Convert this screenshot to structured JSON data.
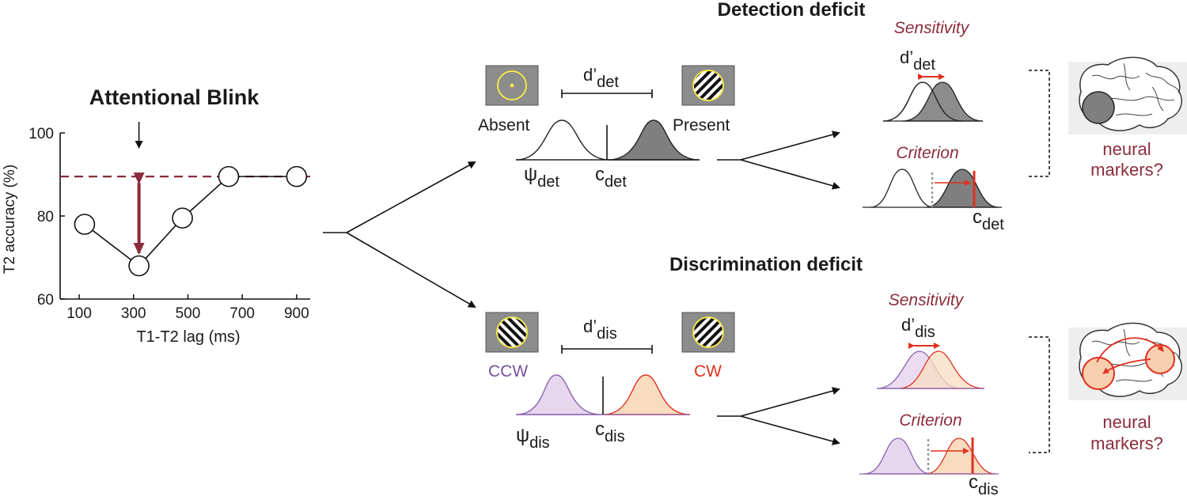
{
  "colors": {
    "maroon": "#8b2c3c",
    "red": "#e0301e",
    "purple": "#7a4fa0",
    "gray_fill": "#7f7f7f",
    "purple_fill": "#e6d7ee",
    "orange_fill": "#f8dcc0",
    "stimulus_bg": "#8c8c8c",
    "yellow": "#f2e44a"
  },
  "chart_data": {
    "type": "line",
    "title": "Attentional Blink",
    "xlabel": "T1-T2 lag (ms)",
    "ylabel": "T2 accuracy (%)",
    "xticks": [
      "100",
      "300",
      "500",
      "700",
      "900"
    ],
    "yticks": [
      "60",
      "80",
      "100"
    ],
    "xlim": [
      30,
      950
    ],
    "ylim": [
      60,
      100
    ],
    "series": [
      {
        "x": [
          120,
          320,
          480,
          650,
          900
        ],
        "y": [
          78,
          68,
          79.5,
          89.5,
          89.5
        ]
      }
    ],
    "baseline_y": 89.5,
    "arrow_x": 320
  },
  "detection": {
    "title": "Detection deficit",
    "dprime": "d’",
    "dprime_sub": "det",
    "absent": "Absent",
    "present": "Present",
    "psi": "ψ",
    "psi_sub": "det",
    "c": "c",
    "c_sub": "det",
    "sensitivity": "Sensitivity",
    "sens_dprime": "d’",
    "sens_dprime_sub": "det",
    "criterion": "Criterion",
    "crit_c": "c",
    "crit_c_sub": "det",
    "neural": [
      "neural",
      "markers?"
    ]
  },
  "discrimination": {
    "title": "Discrimination deficit",
    "dprime": "d’",
    "dprime_sub": "dis",
    "ccw": "CCW",
    "cw": "CW",
    "psi": "ψ",
    "psi_sub": "dis",
    "c": "c",
    "c_sub": "dis",
    "sensitivity": "Sensitivity",
    "sens_dprime": "d’",
    "sens_dprime_sub": "dis",
    "criterion": "Criterion",
    "crit_c": "c",
    "crit_c_sub": "dis",
    "neural": [
      "neural",
      "markers?"
    ]
  },
  "icons": {
    "detection_absent": "fixation-ring-icon",
    "detection_present": "striped-grating-icon",
    "brain": "brain-icon"
  }
}
